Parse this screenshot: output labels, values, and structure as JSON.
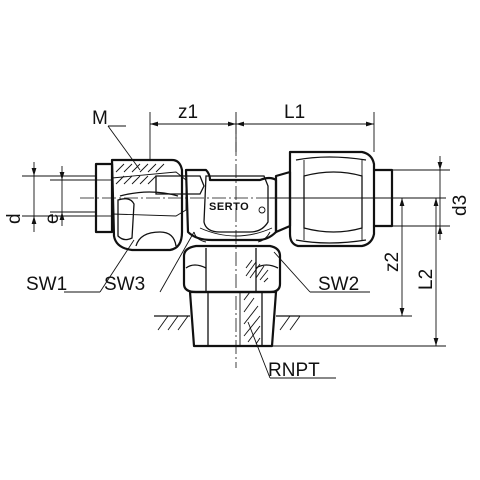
{
  "labels": {
    "M": "M",
    "z1": "z1",
    "L1": "L1",
    "d": "d",
    "e": "e",
    "d3": "d3",
    "z2": "z2",
    "L2": "L2",
    "SW1": "SW1",
    "SW3": "SW3",
    "SW2": "SW2",
    "RNPT": "RNPT"
  },
  "brand": "SERTO"
}
